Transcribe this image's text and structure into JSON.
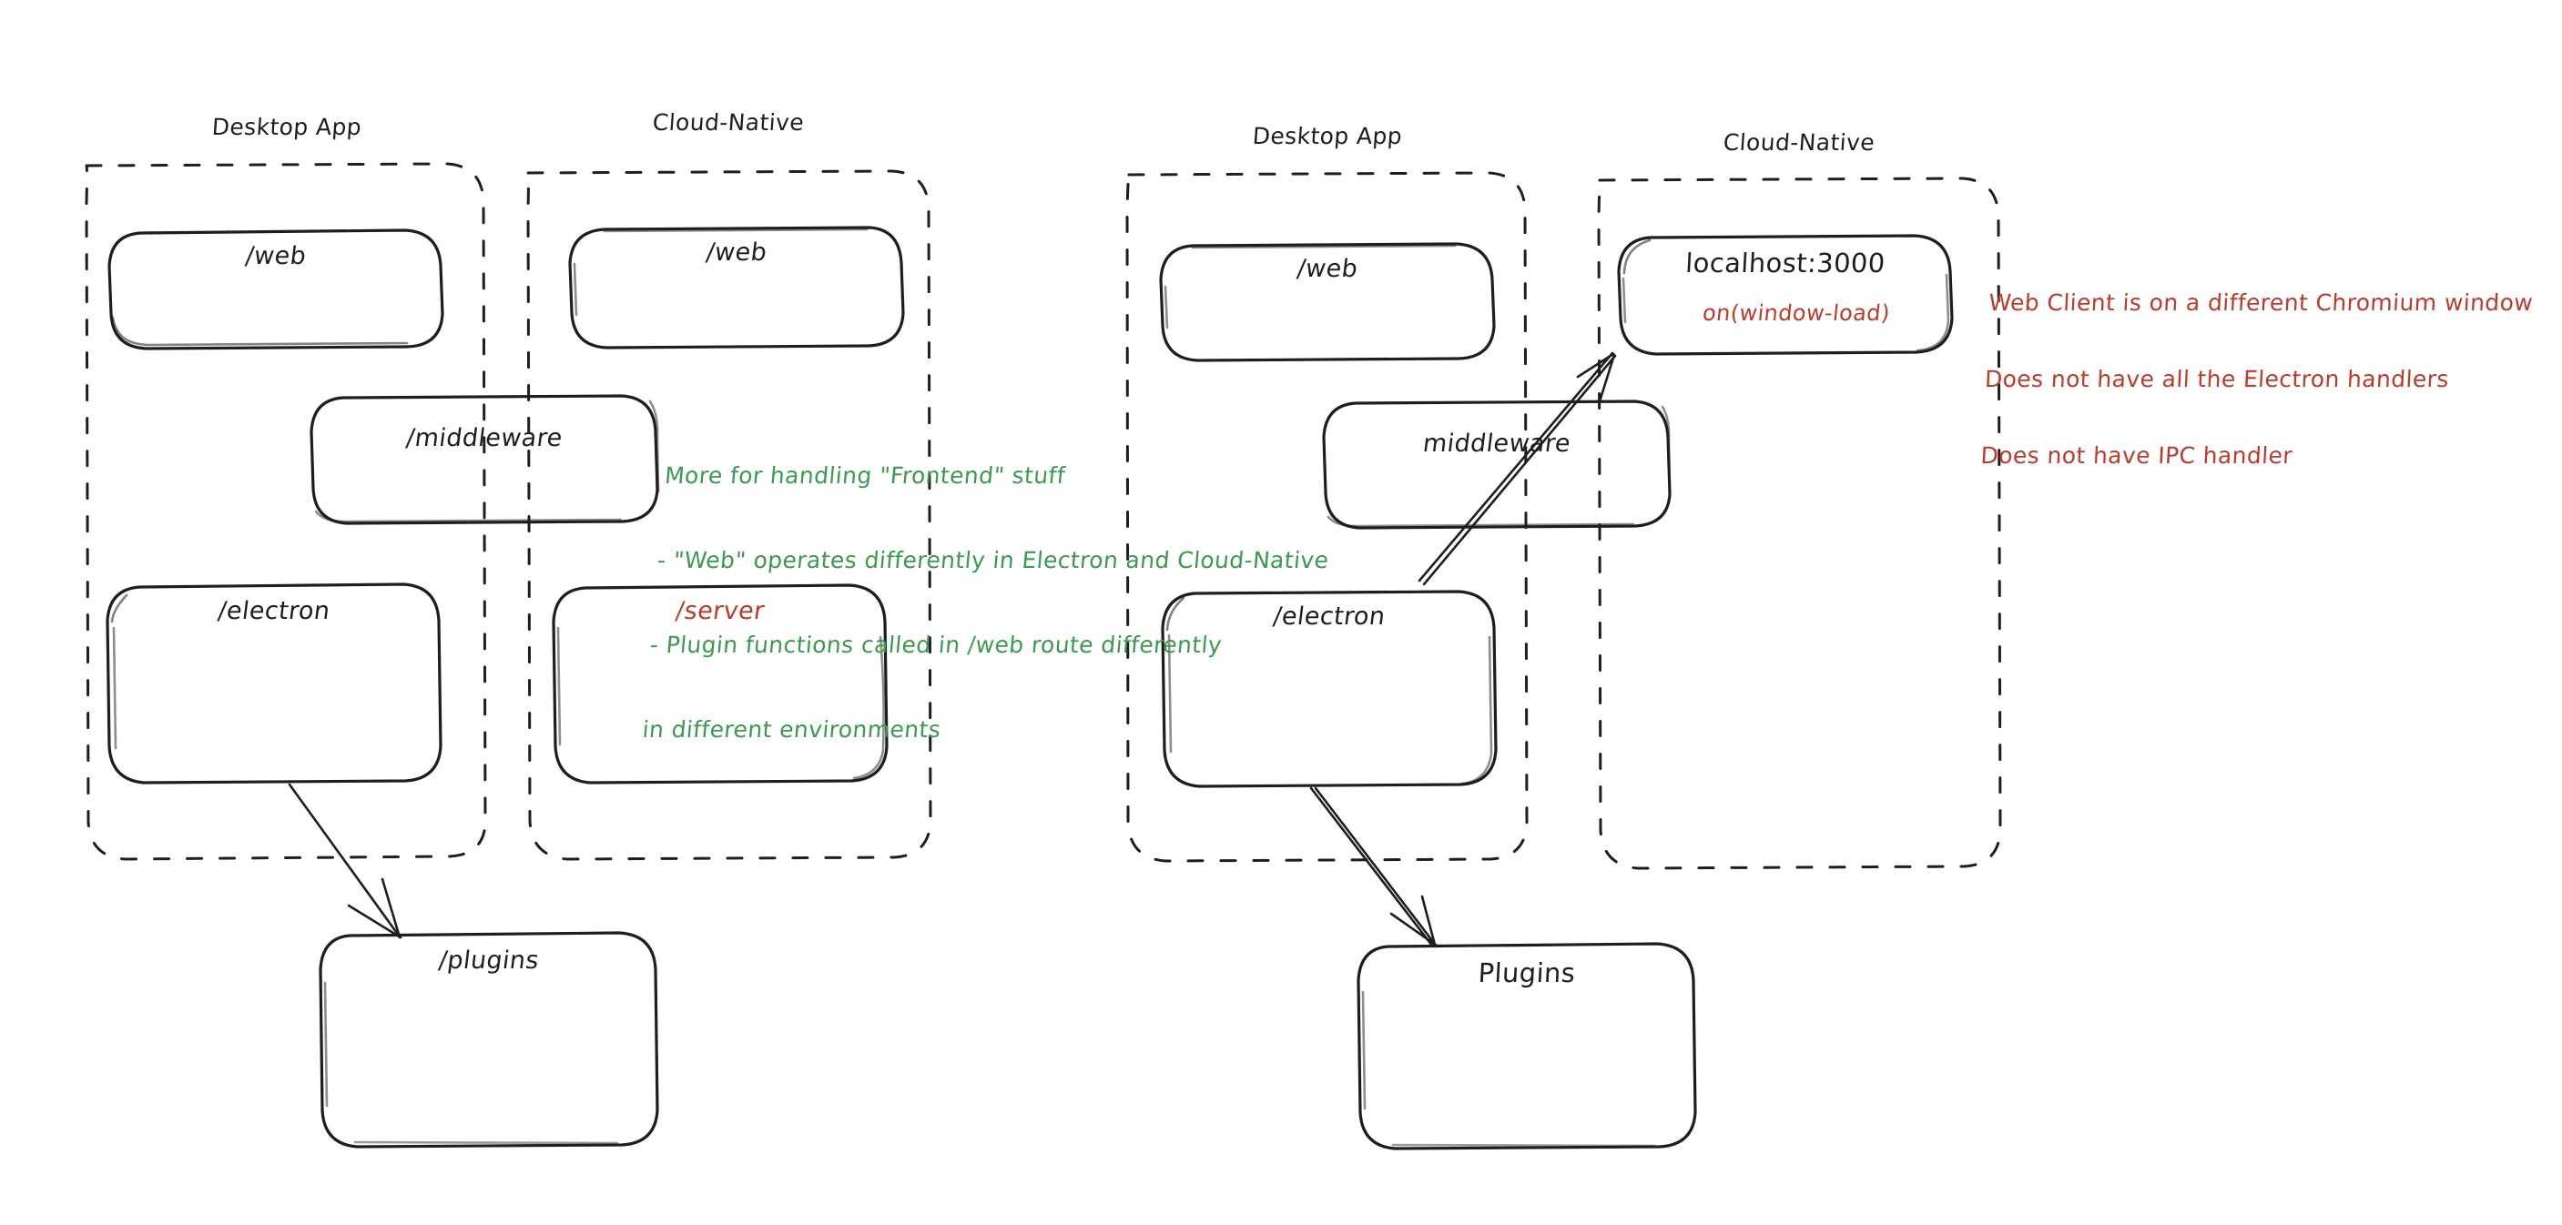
{
  "diagram": {
    "title": "Electron vs Cloud-Native architecture sketch",
    "style": "hand-drawn",
    "colors": {
      "ink": "#1e1e1e",
      "red": "#c0392b",
      "green": "#3a9a4e",
      "background": "#ffffff"
    }
  },
  "left_diagram": {
    "groups": [
      {
        "id": "left-desktop",
        "label": "Desktop App"
      },
      {
        "id": "left-cloud",
        "label": "Cloud-Native"
      }
    ],
    "boxes": [
      {
        "id": "left-desktop-web",
        "label": "/web",
        "color": "ink"
      },
      {
        "id": "left-cloud-web",
        "label": "/web",
        "color": "ink"
      },
      {
        "id": "left-middleware",
        "label": "/middleware",
        "color": "ink"
      },
      {
        "id": "left-electron",
        "label": "/electron",
        "color": "ink"
      },
      {
        "id": "left-server",
        "label": "/server",
        "color": "red"
      },
      {
        "id": "left-plugins",
        "label": "/plugins",
        "color": "ink"
      }
    ],
    "note_green": [
      "More for handling \"Frontend\" stuff",
      "- \"Web\" operates differently in Electron and Cloud-Native",
      "- Plugin functions called in /web route differently",
      "in different environments"
    ],
    "arrows": [
      {
        "id": "left-electron-to-plugins",
        "from": "/electron",
        "to": "/plugins"
      }
    ]
  },
  "right_diagram": {
    "groups": [
      {
        "id": "right-desktop",
        "label": "Desktop App"
      },
      {
        "id": "right-cloud",
        "label": "Cloud-Native"
      }
    ],
    "boxes": [
      {
        "id": "right-desktop-web",
        "label": "/web",
        "color": "ink"
      },
      {
        "id": "right-localhost",
        "label": "localhost:3000",
        "sub_label": "on(window-load)",
        "color": "ink",
        "sub_color": "red"
      },
      {
        "id": "right-middleware",
        "label": "middleware",
        "color": "ink"
      },
      {
        "id": "right-electron",
        "label": "/electron",
        "color": "ink"
      },
      {
        "id": "right-plugins",
        "label": "Plugins",
        "color": "ink"
      }
    ],
    "note_red": [
      "Web Client is on a different Chromium window",
      "Does not have all the Electron handlers",
      "Does not have IPC handler"
    ],
    "arrows": [
      {
        "id": "right-electron-to-localhost",
        "from": "/electron",
        "to": "localhost:3000"
      },
      {
        "id": "right-electron-to-plugins",
        "from": "/electron",
        "to": "Plugins"
      }
    ]
  }
}
